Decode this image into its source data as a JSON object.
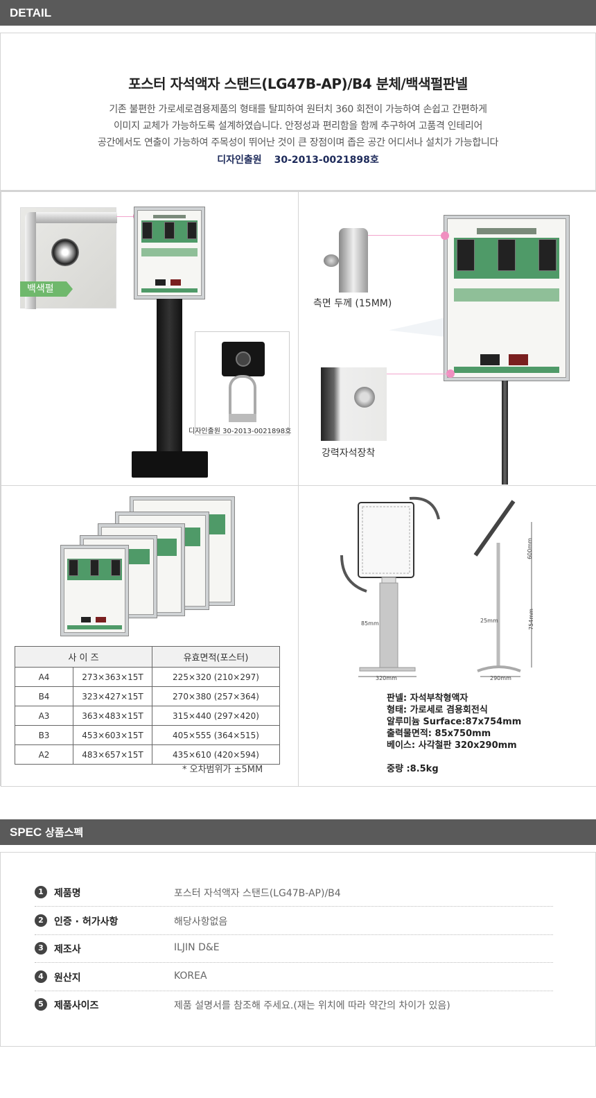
{
  "detail_header": "DETAIL",
  "intro": {
    "title": "포스터 자석액자 스탠드(LG47B-AP)/B4  분체/백색펄판넬",
    "desc_lines": [
      "기존 불편한 가로세로겸용제품의 형태를 탈피하여 원터치 360 회전이 가능하여 손쉽고 간편하게",
      "이미지 교체가 가능하도록 설계하였습니다. 안정성과 편리함을 함께 추구하여 고품격 인테리어",
      "공간에서도 연출이  가능하여  주목성이 뛰어난 것이 큰 장점이며  좁은 공간 어디서나 설치가 가능합니다"
    ],
    "design_label": "디자인출원",
    "design_number": "30-2013-0021898호"
  },
  "panel1": {
    "badge": "백색펄",
    "design_caption": "디자인출원    30-2013-0021898호"
  },
  "panel2": {
    "side_label": "측면 두께 (15MM)",
    "magnet_label": "강력자석장착"
  },
  "size_table": {
    "headers": [
      "사 이 즈",
      "유효면적(포스터)"
    ],
    "rows": [
      {
        "size": "A4",
        "dims": "273×363×15T",
        "area": "225×320 (210×297)"
      },
      {
        "size": "B4",
        "dims": "323×427×15T",
        "area": "270×380 (257×364)"
      },
      {
        "size": "A3",
        "dims": "363×483×15T",
        "area": "315×440 (297×420)"
      },
      {
        "size": "B3",
        "dims": "453×603×15T",
        "area": "405×555 (364×515)"
      },
      {
        "size": "A2",
        "dims": "483×657×15T",
        "area": "435×610 (420×594)"
      }
    ],
    "note": "* 오차범위가 ±5MM"
  },
  "diagram": {
    "dims": {
      "post_width": "85mm",
      "base_width": "320mm",
      "side_post": "25mm",
      "side_base": "290mm",
      "panel_height": "600mm",
      "post_height": "754mm"
    },
    "specs": [
      "판넬: 자석부착형액자",
      "형태: 가로세로 겸용회전식",
      "알루미늄 Surface:87x754mm",
      "출력물면적: 85x750mm",
      "베이스: 사각철판 320x290mm",
      "",
      "중량 :8.5kg"
    ]
  },
  "spec_header": {
    "en": "SPEC",
    "ko": "상품스펙"
  },
  "spec_rows": [
    {
      "num": "1",
      "key": "제품명",
      "value": "포스터 자석액자 스탠드(LG47B-AP)/B4"
    },
    {
      "num": "2",
      "key": "인증 · 허가사항",
      "value": "해당사항없음"
    },
    {
      "num": "3",
      "key": "제조사",
      "value": "ILJIN D&E"
    },
    {
      "num": "4",
      "key": "원산지",
      "value": "KOREA"
    },
    {
      "num": "5",
      "key": "제품사이즈",
      "value": "제품 설명서를 참조해 주세요.(재는 위치에 따라 약간의 차이가 있음)"
    }
  ],
  "colors": {
    "header_bar": "#5a5a5a",
    "accent_green": "#4f9a68",
    "pink": "#f08fc0",
    "navy": "#1d2a5a"
  }
}
